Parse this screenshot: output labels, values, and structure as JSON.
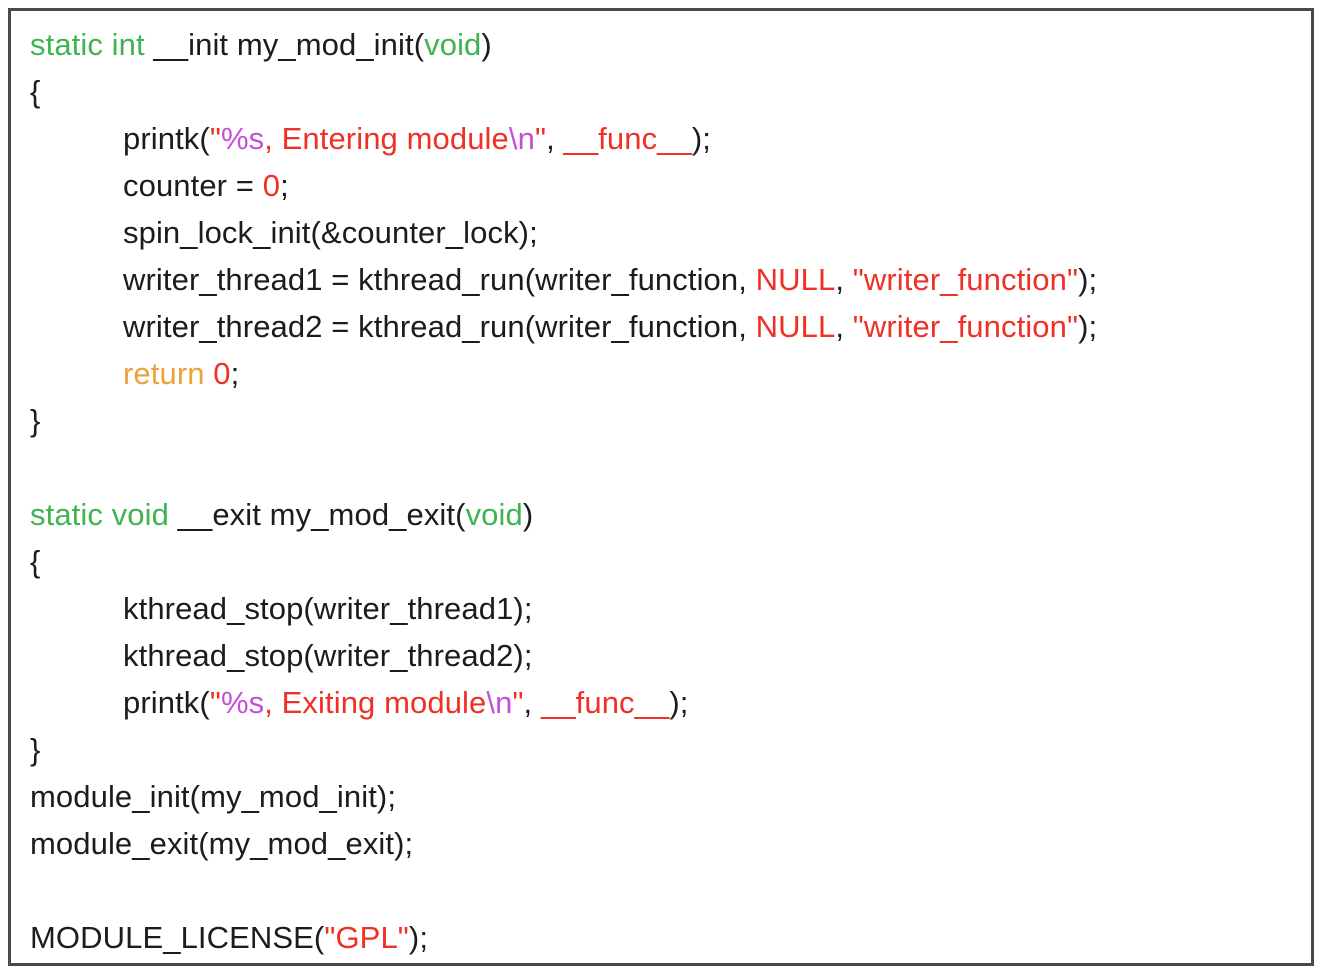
{
  "colors": {
    "text": "#1c1c1e",
    "keyword_green": "#3fb451",
    "literal_red": "#ee3124",
    "escape_magenta": "#c44fd9",
    "return_orange": "#e8a33d",
    "frame_border": "#4a4a4a",
    "background": "#ffffff"
  },
  "code": {
    "language": "c",
    "lines": [
      {
        "indent": 0,
        "segments": [
          {
            "t": "static int",
            "c": "g"
          },
          {
            "t": " __init my_mod_init(",
            "c": "k"
          },
          {
            "t": "void",
            "c": "g"
          },
          {
            "t": ")",
            "c": "k"
          }
        ]
      },
      {
        "indent": 0,
        "segments": [
          {
            "t": "{",
            "c": "k"
          }
        ]
      },
      {
        "indent": 1,
        "segments": [
          {
            "t": "printk(",
            "c": "k"
          },
          {
            "t": "\"",
            "c": "r"
          },
          {
            "t": "%s",
            "c": "m"
          },
          {
            "t": ", Entering module",
            "c": "r"
          },
          {
            "t": "\\n",
            "c": "m"
          },
          {
            "t": "\"",
            "c": "r"
          },
          {
            "t": ", ",
            "c": "k"
          },
          {
            "t": "__func__",
            "c": "r"
          },
          {
            "t": ");",
            "c": "k"
          }
        ]
      },
      {
        "indent": 1,
        "segments": [
          {
            "t": "counter = ",
            "c": "k"
          },
          {
            "t": "0",
            "c": "r"
          },
          {
            "t": ";",
            "c": "k"
          }
        ]
      },
      {
        "indent": 1,
        "segments": [
          {
            "t": "spin_lock_init(&counter_lock);",
            "c": "k"
          }
        ]
      },
      {
        "indent": 1,
        "segments": [
          {
            "t": "writer_thread1 = kthread_run(writer_function, ",
            "c": "k"
          },
          {
            "t": "NULL",
            "c": "r"
          },
          {
            "t": ", ",
            "c": "k"
          },
          {
            "t": "\"writer_function\"",
            "c": "r"
          },
          {
            "t": ");",
            "c": "k"
          }
        ]
      },
      {
        "indent": 1,
        "segments": [
          {
            "t": "writer_thread2 = kthread_run(writer_function, ",
            "c": "k"
          },
          {
            "t": "NULL",
            "c": "r"
          },
          {
            "t": ", ",
            "c": "k"
          },
          {
            "t": "\"writer_function\"",
            "c": "r"
          },
          {
            "t": ");",
            "c": "k"
          }
        ]
      },
      {
        "indent": 1,
        "segments": [
          {
            "t": "return ",
            "c": "o"
          },
          {
            "t": "0",
            "c": "r"
          },
          {
            "t": ";",
            "c": "k"
          }
        ]
      },
      {
        "indent": 0,
        "segments": [
          {
            "t": "}",
            "c": "k"
          }
        ]
      },
      {
        "indent": 0,
        "segments": []
      },
      {
        "indent": 0,
        "segments": [
          {
            "t": "static void",
            "c": "g"
          },
          {
            "t": " __exit my_mod_exit(",
            "c": "k"
          },
          {
            "t": "void",
            "c": "g"
          },
          {
            "t": ")",
            "c": "k"
          }
        ]
      },
      {
        "indent": 0,
        "segments": [
          {
            "t": "{",
            "c": "k"
          }
        ]
      },
      {
        "indent": 1,
        "segments": [
          {
            "t": "kthread_stop(writer_thread1);",
            "c": "k"
          }
        ]
      },
      {
        "indent": 1,
        "segments": [
          {
            "t": "kthread_stop(writer_thread2);",
            "c": "k"
          }
        ]
      },
      {
        "indent": 1,
        "segments": [
          {
            "t": "printk(",
            "c": "k"
          },
          {
            "t": "\"",
            "c": "r"
          },
          {
            "t": "%s",
            "c": "m"
          },
          {
            "t": ", Exiting module",
            "c": "r"
          },
          {
            "t": "\\n",
            "c": "m"
          },
          {
            "t": "\"",
            "c": "r"
          },
          {
            "t": ", ",
            "c": "k"
          },
          {
            "t": "__func__",
            "c": "r"
          },
          {
            "t": ");",
            "c": "k"
          }
        ]
      },
      {
        "indent": 0,
        "segments": [
          {
            "t": "}",
            "c": "k"
          }
        ]
      },
      {
        "indent": 0,
        "segments": [
          {
            "t": "module_init(my_mod_init);",
            "c": "k"
          }
        ]
      },
      {
        "indent": 0,
        "segments": [
          {
            "t": "module_exit(my_mod_exit);",
            "c": "k"
          }
        ]
      },
      {
        "indent": 0,
        "segments": []
      },
      {
        "indent": 0,
        "segments": [
          {
            "t": "MODULE_LICENSE(",
            "c": "k"
          },
          {
            "t": "\"GPL\"",
            "c": "r"
          },
          {
            "t": ");",
            "c": "k"
          }
        ]
      }
    ]
  }
}
